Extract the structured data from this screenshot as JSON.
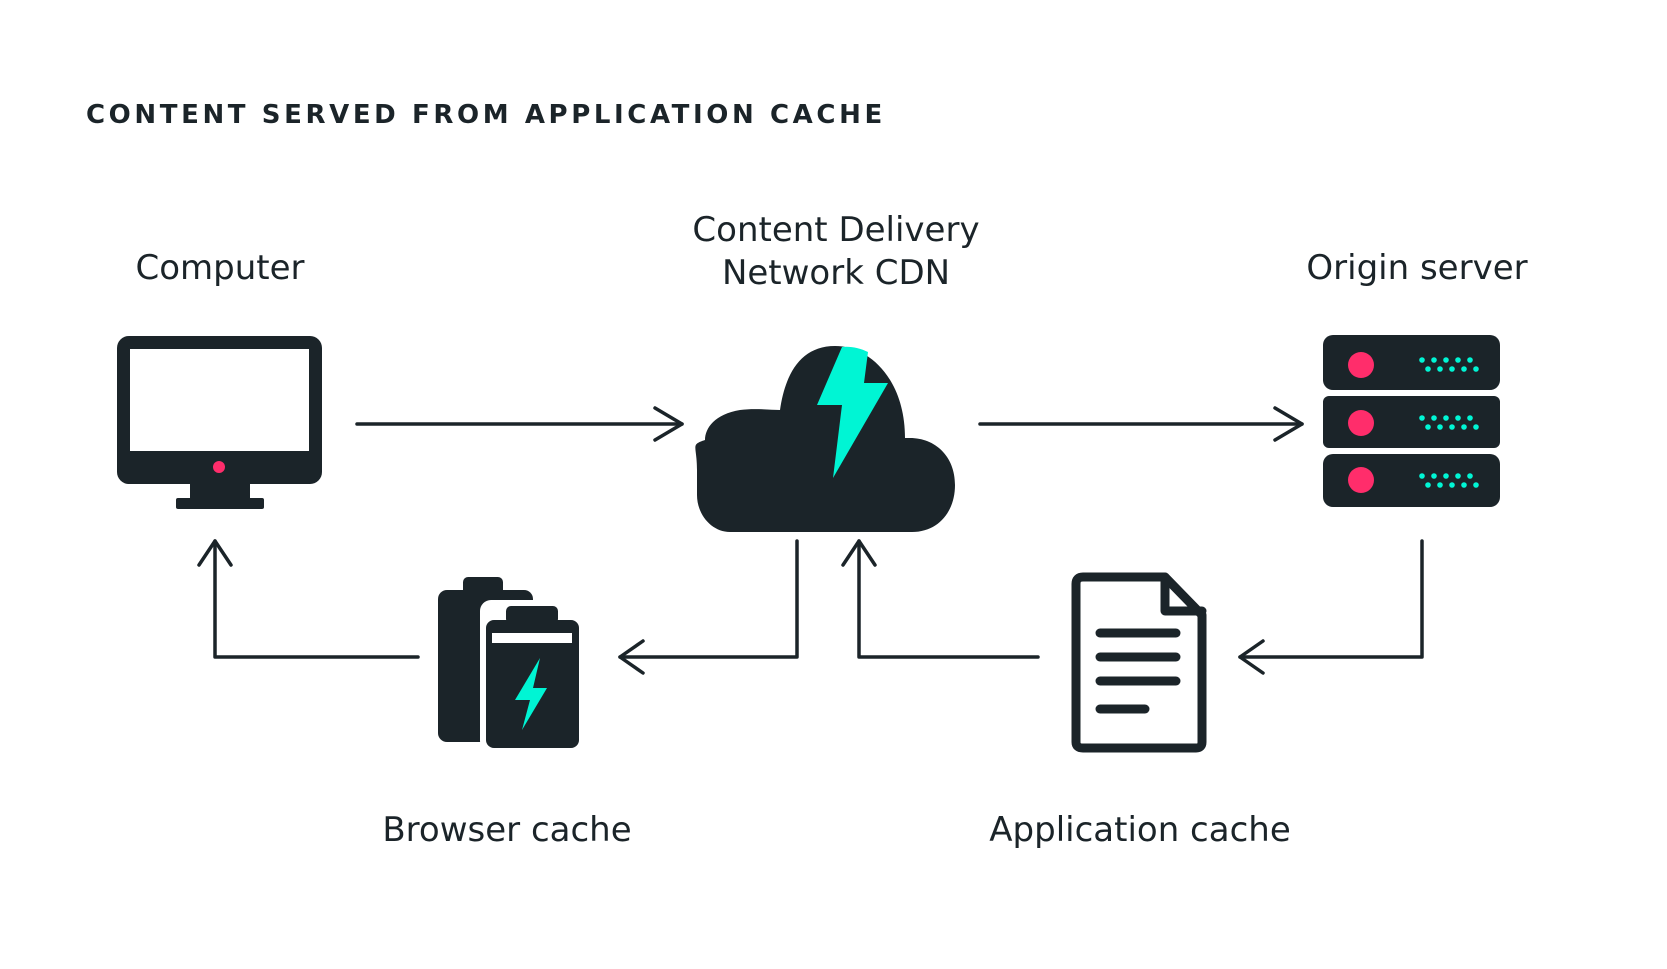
{
  "title": "CONTENT SERVED FROM APPLICATION CACHE",
  "colors": {
    "ink": "#1b2429",
    "accent_teal": "#00f5d4",
    "accent_pink": "#ff2d6b",
    "background": "#ffffff"
  },
  "nodes": {
    "computer": {
      "label": "Computer",
      "icon": "monitor-icon"
    },
    "cdn": {
      "label_line1": "Content Delivery",
      "label_line2": "Network CDN",
      "icon": "cloud-lightning-icon"
    },
    "origin": {
      "label": "Origin server",
      "icon": "server-stack-icon"
    },
    "browser_cache": {
      "label": "Browser cache",
      "icon": "battery-charge-icon"
    },
    "application_cache": {
      "label": "Application cache",
      "icon": "document-icon"
    }
  },
  "edges": [
    {
      "from": "Computer",
      "to": "Content Delivery Network CDN"
    },
    {
      "from": "Content Delivery Network CDN",
      "to": "Origin server"
    },
    {
      "from": "Origin server",
      "to": "Application cache"
    },
    {
      "from": "Application cache",
      "to": "Content Delivery Network CDN"
    },
    {
      "from": "Content Delivery Network CDN",
      "to": "Browser cache"
    },
    {
      "from": "Browser cache",
      "to": "Computer"
    }
  ]
}
